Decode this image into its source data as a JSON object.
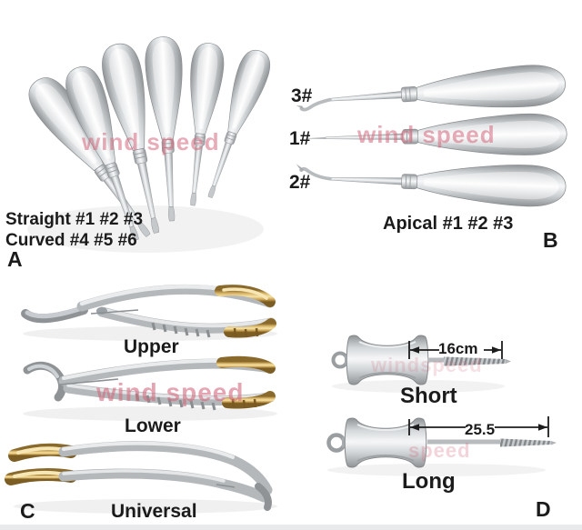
{
  "colors": {
    "watermark_pink": "#d4697e",
    "text": "#1b1b1b",
    "gold_accent": "#d9b566",
    "steel_accent": "#c9cdcf"
  },
  "sections": {
    "a": {
      "letter": "A",
      "caption_line1": "Straight #1 #2 #3",
      "caption_line2": "Curved #4 #5 #6",
      "watermark": "wind speed"
    },
    "b": {
      "letter": "B",
      "caption": "Apical #1 #2 #3",
      "item_labels": [
        "3#",
        "1#",
        "2#"
      ],
      "watermark": "wind speed"
    },
    "c": {
      "letter": "C",
      "item_labels": [
        "Upper",
        "Lower",
        "Universal"
      ],
      "watermark": "wind speed"
    },
    "d": {
      "letter": "D",
      "items": [
        {
          "label": "Short",
          "dimension": "16cm"
        },
        {
          "label": "Long",
          "dimension": "25.5"
        }
      ],
      "watermarks": [
        "windspeed",
        "speed"
      ]
    }
  }
}
